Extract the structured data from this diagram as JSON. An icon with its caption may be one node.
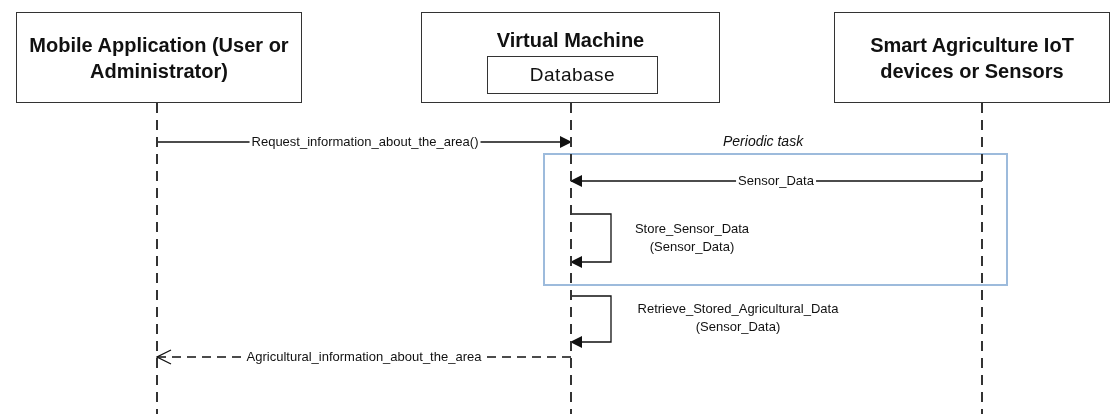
{
  "diagram": {
    "nodes": [
      {
        "text": [
          "Mobile Application (User or Administrator)"
        ]
      },
      {
        "text": [
          "Virtual Machine"
        ]
      },
      {
        "text": [
          "Database"
        ],
        "in": 1
      },
      {
        "text": [
          "Smart Agriculture IoT devices or Sensors"
        ]
      },
      {
        "text": [],
        "shape": "line"
      },
      {
        "text": [],
        "shape": "line"
      },
      {
        "text": [],
        "shape": "line"
      }
    ],
    "edges": [
      {
        "from": 4,
        "to": 5,
        "arrow": "to",
        "label": "Request_information_about_the_area()"
      },
      {
        "from": 6,
        "to": 5,
        "arrow": "to",
        "label": "Sensor_Data"
      },
      {
        "from": 5,
        "to": 5,
        "arrow": "to",
        "label": "Store_Sensor_Data (Sensor_Data)"
      },
      {
        "from": 5,
        "to": 5,
        "arrow": "to",
        "label": "Retrieve_Stored_Agricultural_Data (Sensor_Data)"
      },
      {
        "from": 5,
        "to": 4,
        "arrow": "to",
        "label": "Agricultural_information_about_the_area",
        "style": "dashed"
      }
    ],
    "labels": [
      "Periodic task"
    ]
  }
}
